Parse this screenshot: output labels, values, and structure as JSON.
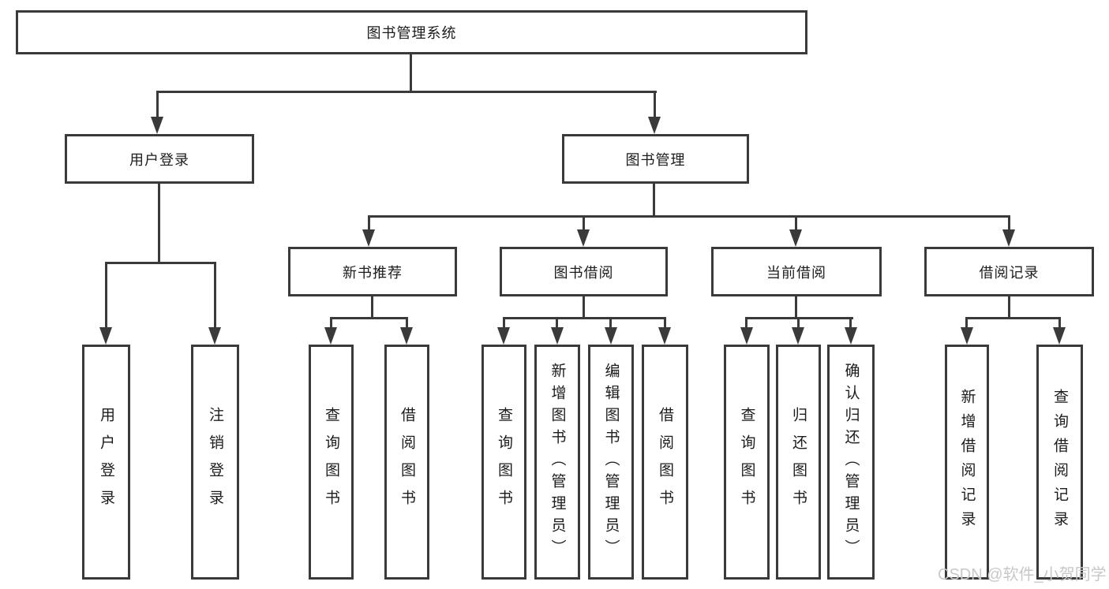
{
  "diagram": {
    "root": {
      "label": "图书管理系统",
      "children": [
        {
          "label": "用户登录",
          "children": [
            {
              "label": "用户登录"
            },
            {
              "label": "注销登录"
            }
          ]
        },
        {
          "label": "图书管理",
          "children": [
            {
              "label": "新书推荐",
              "children": [
                {
                  "label": "查询图书"
                },
                {
                  "label": "借阅图书"
                }
              ]
            },
            {
              "label": "图书借阅",
              "children": [
                {
                  "label": "查询图书"
                },
                {
                  "label": "新增图书（管理员）"
                },
                {
                  "label": "编辑图书（管理员）"
                },
                {
                  "label": "借阅图书"
                }
              ]
            },
            {
              "label": "当前借阅",
              "children": [
                {
                  "label": "查询图书"
                },
                {
                  "label": "归还图书"
                },
                {
                  "label": "确认归还（管理员）"
                }
              ]
            },
            {
              "label": "借阅记录",
              "children": [
                {
                  "label": "新增借阅记录"
                },
                {
                  "label": "查询借阅记录"
                }
              ]
            }
          ]
        }
      ]
    }
  },
  "watermark": {
    "text": "CSDN @软件_小贺同学"
  },
  "colors": {
    "line": "#3a3a3a",
    "text": "#1c1c1c",
    "watermark": "#c8c8c8",
    "background": "#ffffff"
  }
}
